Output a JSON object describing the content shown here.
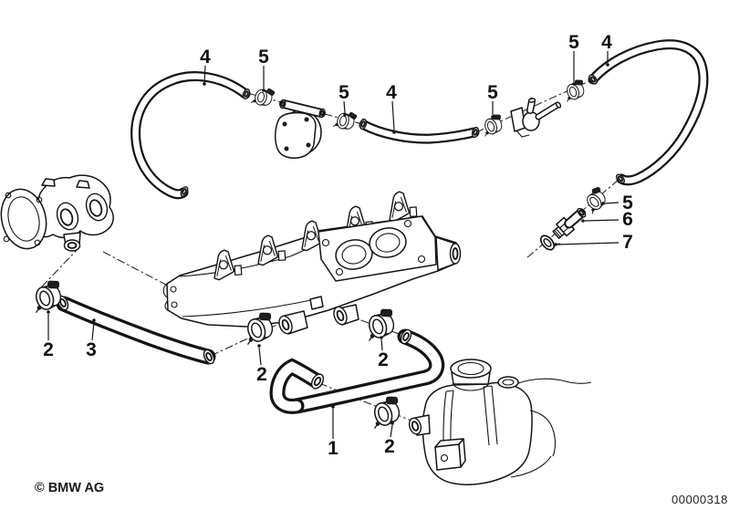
{
  "diagram": {
    "copyright": "© BMW AG",
    "document_number": "00000318",
    "callouts": [
      {
        "id": "4a",
        "label": "4"
      },
      {
        "id": "5a",
        "label": "5"
      },
      {
        "id": "5b",
        "label": "5"
      },
      {
        "id": "4b",
        "label": "4"
      },
      {
        "id": "5c",
        "label": "5"
      },
      {
        "id": "5d",
        "label": "5"
      },
      {
        "id": "4c",
        "label": "4"
      },
      {
        "id": "5e",
        "label": "5"
      },
      {
        "id": "6",
        "label": "6"
      },
      {
        "id": "7",
        "label": "7"
      },
      {
        "id": "2a",
        "label": "2"
      },
      {
        "id": "3",
        "label": "3"
      },
      {
        "id": "2b",
        "label": "2"
      },
      {
        "id": "2c",
        "label": "2"
      },
      {
        "id": "1",
        "label": "1"
      },
      {
        "id": "2d",
        "label": "2"
      }
    ]
  },
  "colors": {
    "background": "#ffffff",
    "line": "#141414"
  }
}
